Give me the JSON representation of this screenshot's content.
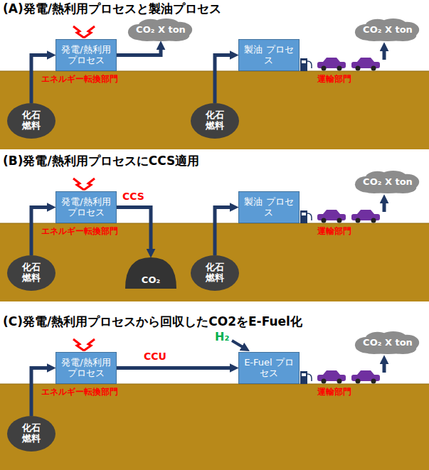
{
  "diagram": {
    "nodes": [
      {
        "text": [
          "化石 燃料"
        ]
      },
      {
        "text": [
          "発電/熱利用 プロセス"
        ]
      },
      {
        "text": [
          "CO₂ X ton"
        ]
      },
      {
        "text": [
          "化石 燃料"
        ]
      },
      {
        "text": [
          "製油 プロセス"
        ]
      },
      {
        "text": [
          "CO₂ X ton"
        ]
      },
      {
        "text": [
          "化石 燃料"
        ]
      },
      {
        "text": [
          "発電/熱利用 プロセス"
        ]
      },
      {
        "text": [
          "CO₂"
        ]
      },
      {
        "text": [
          "化石 燃料"
        ]
      },
      {
        "text": [
          "製油 プロセス"
        ]
      },
      {
        "text": [
          "CO₂ X ton"
        ]
      },
      {
        "text": [
          "化石 燃料"
        ]
      },
      {
        "text": [
          "発電/熱利用 プロセス"
        ]
      },
      {
        "text": [
          "E-Fuel プロセス"
        ]
      },
      {
        "text": [
          "CO₂ X ton"
        ]
      }
    ],
    "edges": [
      {
        "from": 0,
        "to": 1,
        "arrow": "to"
      },
      {
        "from": 1,
        "to": 2,
        "arrow": "to"
      },
      {
        "from": 3,
        "to": 4,
        "arrow": "to"
      },
      {
        "from": 6,
        "to": 7,
        "arrow": "to"
      },
      {
        "from": 7,
        "to": 8,
        "label": "CCS",
        "arrow": "to"
      },
      {
        "from": 9,
        "to": 10,
        "arrow": "to"
      },
      {
        "from": 12,
        "to": 13,
        "arrow": "to"
      },
      {
        "from": 13,
        "to": 14,
        "label": "CCU",
        "arrow": "to"
      }
    ],
    "labels": [
      "(A)発電/熱利用プロセスと製油プロセス",
      "エネルギー転換部門",
      "運輸部門",
      "(B)発電/熱利用プロセスにCCS適用",
      "エネルギー転換部門",
      "運輸部門",
      "(C)発電/熱利用プロセスから回収したCO2をE-Fuel化",
      "H₂",
      "エネルギー転換部門",
      "運輸部門"
    ]
  }
}
